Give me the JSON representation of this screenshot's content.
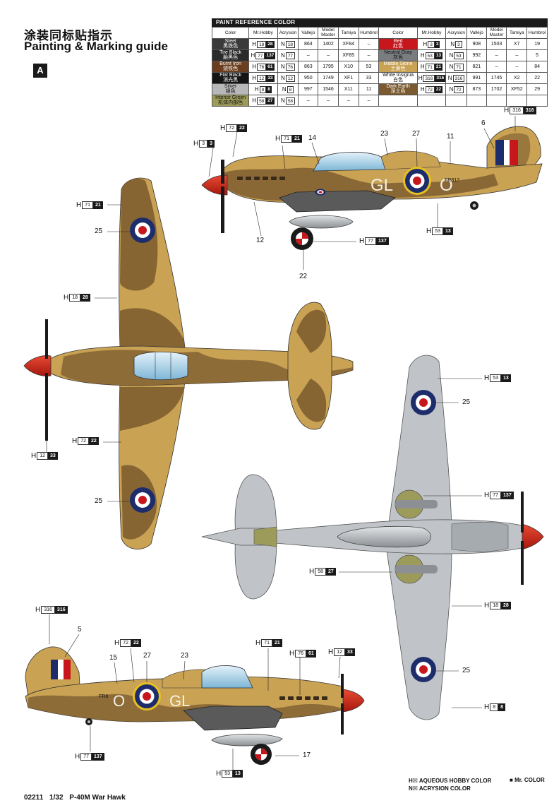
{
  "header": {
    "title_cn": "涂装同标贴指示",
    "title_en": "Painting & Marking guide",
    "profile_letter": "A"
  },
  "paint_table": {
    "title": "PAINT  REFERENCE COLOR",
    "headers": [
      "Color",
      "Mr.Hobby",
      "Acrysion",
      "Vallejo",
      "Model Master",
      "Tamiya",
      "Humbrol"
    ],
    "left": [
      {
        "name": "Steel",
        "name_cn": "黑铁色",
        "swatch": "#3a3a3a",
        "text_color": "#ffffff",
        "h": "18",
        "m": "28",
        "n": "18",
        "vallejo": "864",
        "model_master": "1402",
        "tamiya": "XF84",
        "humbrol": "–"
      },
      {
        "name": "Tire Black",
        "name_cn": "胎黑色",
        "swatch": "#2a2a2a",
        "text_color": "#ffffff",
        "h": "77",
        "m": "137",
        "n": "77",
        "vallejo": "–",
        "model_master": "–",
        "tamiya": "XF85",
        "humbrol": "–"
      },
      {
        "name": "Burnt Iron",
        "name_cn": "烧铁色",
        "swatch": "#6b3e1f",
        "text_color": "#ffffff",
        "h": "76",
        "m": "61",
        "n": "76",
        "vallejo": "863",
        "model_master": "1795",
        "tamiya": "X10",
        "humbrol": "53"
      },
      {
        "name": "Flat Black",
        "name_cn": "消光黑",
        "swatch": "#151515",
        "text_color": "#ffffff",
        "h": "12",
        "m": "33",
        "n": "12",
        "vallejo": "950",
        "model_master": "1749",
        "tamiya": "XF1",
        "humbrol": "33"
      },
      {
        "name": "Silver",
        "name_cn": "银色",
        "swatch": "#b8b8b8",
        "text_color": "#111111",
        "h": "8",
        "m": "8",
        "n": "8",
        "vallejo": "997",
        "model_master": "1546",
        "tamiya": "X11",
        "humbrol": "11"
      },
      {
        "name": "Interior Green",
        "name_cn": "机体内部色",
        "swatch": "#9d9b5a",
        "text_color": "#111111",
        "h": "58",
        "m": "27",
        "n": "58",
        "vallejo": "–",
        "model_master": "–",
        "tamiya": "–",
        "humbrol": "–"
      }
    ],
    "right": [
      {
        "name": "Red",
        "name_cn": "红色",
        "swatch": "#c8171c",
        "text_color": "#ffffff",
        "h": "3",
        "m": "3",
        "n": "3",
        "vallejo": "908",
        "model_master": "1503",
        "tamiya": "X7",
        "humbrol": "19"
      },
      {
        "name": "Neutral Gray",
        "name_cn": "灰色",
        "swatch": "#7a7d80",
        "text_color": "#111111",
        "h": "53",
        "m": "13",
        "n": "53",
        "vallejo": "992",
        "model_master": "–",
        "tamiya": "–",
        "humbrol": "5"
      },
      {
        "name": "Middle Stone",
        "name_cn": "土黄色",
        "swatch": "#c9a254",
        "text_color": "#ffffff",
        "h": "71",
        "m": "21",
        "n": "71",
        "vallejo": "821",
        "model_master": "–",
        "tamiya": "–",
        "humbrol": "84"
      },
      {
        "name": "White Insignia",
        "name_cn": "白色",
        "swatch": "#ffffff",
        "text_color": "#111111",
        "h": "316",
        "m": "316",
        "n": "316",
        "vallejo": "991",
        "model_master": "1745",
        "tamiya": "X2",
        "humbrol": "22"
      },
      {
        "name": "Dark Earth",
        "name_cn": "深土色",
        "swatch": "#7a5a2e",
        "text_color": "#ffffff",
        "h": "72",
        "m": "22",
        "n": "72",
        "vallejo": "873",
        "model_master": "1702",
        "tamiya": "XF52",
        "humbrol": "29"
      }
    ]
  },
  "marks": {
    "h": "H",
    "n": "N"
  },
  "callouts": [
    {
      "id": "top-316",
      "h": "316",
      "m": "316"
    },
    {
      "id": "top-72-22",
      "h": "72",
      "m": "22"
    },
    {
      "id": "top-3-3",
      "h": "3",
      "m": "3"
    },
    {
      "id": "top-71-21",
      "h": "71",
      "m": "21"
    },
    {
      "id": "top-77-137",
      "h": "77",
      "m": "137"
    },
    {
      "id": "top-53-13",
      "h": "53",
      "m": "13"
    },
    {
      "id": "plan-71-21",
      "h": "71",
      "m": "21"
    },
    {
      "id": "plan-18-28",
      "h": "18",
      "m": "28"
    },
    {
      "id": "plan-72-22",
      "h": "72",
      "m": "22"
    },
    {
      "id": "plan-12-33",
      "h": "12",
      "m": "33"
    },
    {
      "id": "under-53-13",
      "h": "53",
      "m": "13"
    },
    {
      "id": "under-77-137",
      "h": "77",
      "m": "137"
    },
    {
      "id": "under-58-27",
      "h": "58",
      "m": "27"
    },
    {
      "id": "under-18-28",
      "h": "18",
      "m": "28"
    },
    {
      "id": "under-8-8",
      "h": "8",
      "m": "8"
    },
    {
      "id": "bot-316",
      "h": "316",
      "m": "316"
    },
    {
      "id": "bot-72-22",
      "h": "72",
      "m": "22"
    },
    {
      "id": "bot-71-21",
      "h": "71",
      "m": "21"
    },
    {
      "id": "bot-76-61",
      "h": "76",
      "m": "61"
    },
    {
      "id": "bot-12-33",
      "h": "12",
      "m": "33"
    },
    {
      "id": "bot-77-137",
      "h": "77",
      "m": "137"
    },
    {
      "id": "bot-53-13",
      "h": "53",
      "m": "13"
    }
  ],
  "decal_numbers": {
    "n6": "6",
    "n14": "14",
    "n23a": "23",
    "n27a": "27",
    "n11": "11",
    "n12": "12",
    "n22": "22",
    "n25a": "25",
    "n25b": "25",
    "n25c": "25",
    "n25d": "25",
    "n5": "5",
    "n15": "15",
    "n27b": "27",
    "n23b": "23",
    "n17": "17"
  },
  "aircraft_markings": {
    "code_left": "GL",
    "code_right": "O",
    "serial": "FR817",
    "serial_short": "FR8"
  },
  "colors": {
    "middle_stone": "#c9a254",
    "dark_earth": "#7a5a2e",
    "azure": "#c0c4c8",
    "roundel_blue": "#1d2d6b",
    "roundel_red": "#c8171c",
    "yellow_ring": "#e6c020",
    "spinner_red": "#d42a1a",
    "canopy": "#a9d2e8"
  },
  "legend": {
    "h_label": "AQUEOUS HOBBY COLOR",
    "n_label": "ACRYSION COLOR",
    "m_label": "Mr. COLOR"
  },
  "footer": {
    "code": "02211",
    "scale": "1/32",
    "name": "P-40M War Hawk"
  }
}
